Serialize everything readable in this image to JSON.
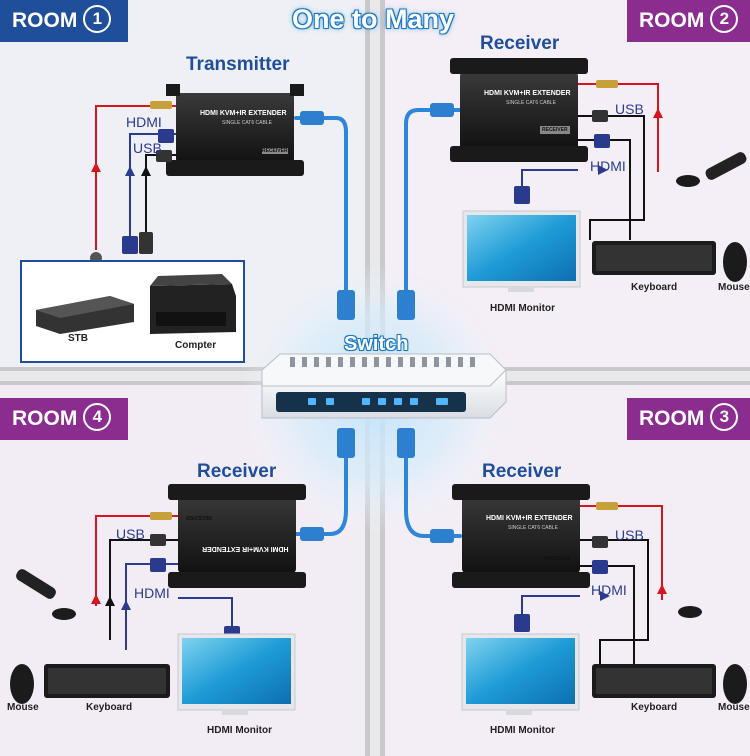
{
  "title": "One to Many",
  "rooms": {
    "room1": {
      "label": "ROOM",
      "number": "1",
      "color": "#1f4f9a"
    },
    "room2": {
      "label": "ROOM",
      "number": "2",
      "color": "#8b2c8f"
    },
    "room3": {
      "label": "ROOM",
      "number": "3",
      "color": "#8b2c8f"
    },
    "room4": {
      "label": "ROOM",
      "number": "4",
      "color": "#8b2c8f"
    }
  },
  "devices": {
    "transmitter": "Transmitter",
    "receiver": "Receiver",
    "switch": "Switch",
    "extender_label": "HDMI KVM+IR EXTENDER",
    "extender_sub": "SINGLE CAT6 CABLE",
    "rx_badge": "RECEIVER",
    "tx_badge": "RECEIVER"
  },
  "ports": {
    "hdmi": "HDMI",
    "usb": "USB"
  },
  "peripherals": {
    "stb": "STB",
    "computer": "Compter",
    "keyboard": "Keyboard",
    "mouse": "Mouse",
    "monitor": "HDMI Monitor"
  },
  "colors": {
    "cat_cable": "#2d86d9",
    "ir_wire": "#d8141c",
    "accent_blue": "#1f4e9a",
    "accent_purple": "#8b2c8f"
  }
}
